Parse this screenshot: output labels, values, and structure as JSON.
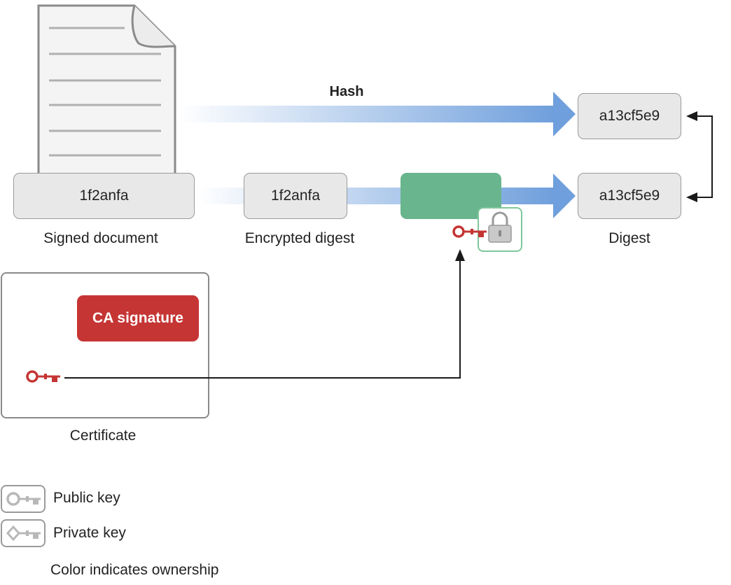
{
  "document": {
    "value": "1f2anfa",
    "caption": "Signed document"
  },
  "encrypted": {
    "value": "1f2anfa",
    "caption": "Encrypted digest"
  },
  "hash": {
    "label": "Hash"
  },
  "digest": {
    "top_value": "a13cf5e9",
    "bottom_value": "a13cf5e9",
    "caption": "Digest"
  },
  "certificate": {
    "ca_label": "CA signature",
    "caption": "Certificate"
  },
  "legend": {
    "public_key": "Public key",
    "private_key": "Private key",
    "note": "Color indicates ownership"
  },
  "colors": {
    "arrow_blue": "#6f9fdc",
    "ca_red": "#c53534",
    "decrypt_green": "#69b58d",
    "key_red": "#c53534",
    "legend_grey": "#b8b8b8"
  }
}
